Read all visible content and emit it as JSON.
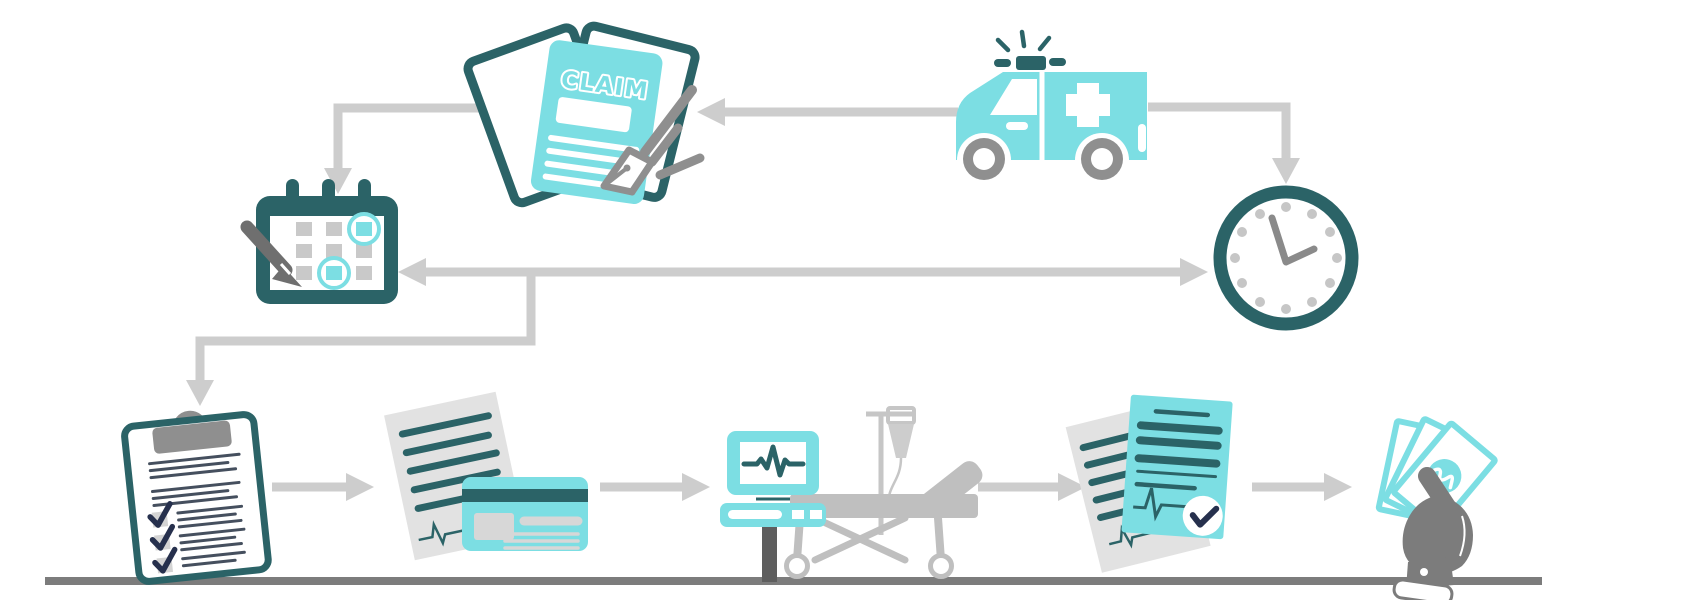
{
  "colors": {
    "cyan": "#7CDEE3",
    "teal": "#2B6367",
    "arrow": "#CDCDCD",
    "gray": "#8F8F8F",
    "gray-dark": "#5E5E5E",
    "bed": "#BFBFBF",
    "iv": "#C6C6C6",
    "ground": "#7C7C7C",
    "navy": "#26304D",
    "doc-gray": "#E2E2E2",
    "card-detail": "#D7D7D7",
    "pencil": "#6F6F6F",
    "hand": "#7C7C7C",
    "tick": "#C6C6C6"
  },
  "diagram": {
    "title": "medical insurance claim process flow illustration",
    "claim": {
      "label": "CLAIM"
    },
    "nodes": [
      {
        "id": "claim-documents",
        "desc": "claim form documents with fountain pen"
      },
      {
        "id": "ambulance",
        "desc": "ambulance van with flashing siren and medical cross"
      },
      {
        "id": "clock",
        "desc": "wall clock"
      },
      {
        "id": "calendar",
        "desc": "calendar with pencil and two circled dates"
      },
      {
        "id": "clipboard-checklist",
        "desc": "clipboard with checklist and check marks"
      },
      {
        "id": "invoice-and-card",
        "desc": "medical bill document with insurance card"
      },
      {
        "id": "monitor-and-bed",
        "desc": "EKG monitor with hospital bed and IV drip"
      },
      {
        "id": "approved-claim",
        "desc": "approved claim document with check mark seal"
      },
      {
        "id": "payment-hand",
        "desc": "hand holding fanned banknotes"
      }
    ],
    "edges": [
      {
        "from": "ambulance",
        "to": "claim-documents"
      },
      {
        "from": "ambulance",
        "to": "clock"
      },
      {
        "from": "clock",
        "to": "calendar",
        "bidirectional": true
      },
      {
        "from": "claim-documents",
        "to": "calendar"
      },
      {
        "from": "calendar",
        "to": "clipboard-checklist"
      },
      {
        "from": "clipboard-checklist",
        "to": "invoice-and-card"
      },
      {
        "from": "invoice-and-card",
        "to": "monitor-and-bed"
      },
      {
        "from": "monitor-and-bed",
        "to": "approved-claim"
      },
      {
        "from": "approved-claim",
        "to": "payment-hand"
      }
    ]
  }
}
